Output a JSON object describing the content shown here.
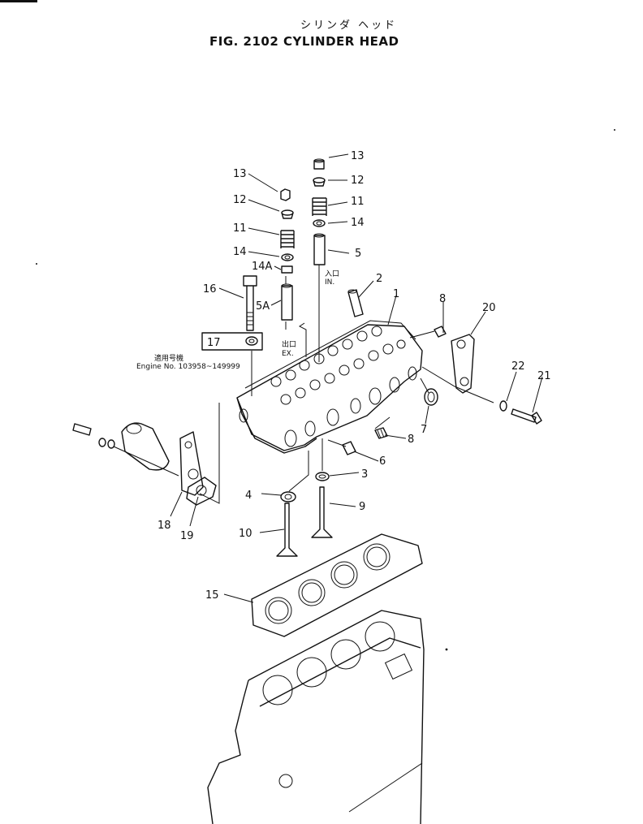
{
  "header": {
    "title_jp": "シリンダ ヘッド",
    "title": "FIG. 2102  CYLINDER HEAD"
  },
  "notes": {
    "serial_jp": "適用号機",
    "serial": "Engine  No.  103958~149999",
    "exhaust_jp": "出口",
    "exhaust": "EX.",
    "intake_jp": "入口",
    "intake": "IN."
  },
  "callouts": {
    "p1": "1",
    "p2": "2",
    "p3": "3",
    "p4": "4",
    "p5": "5",
    "p5a": "5A",
    "p6": "6",
    "p7": "7",
    "p8a": "8",
    "p8b": "8",
    "p9": "9",
    "p10": "10",
    "p11a": "11",
    "p11b": "11",
    "p12a": "12",
    "p12b": "12",
    "p13a": "13",
    "p13b": "13",
    "p14a": "14",
    "p14b": "14",
    "p14A": "14A",
    "p15": "15",
    "p16": "16",
    "p17": "17",
    "p18": "18",
    "p19": "19",
    "p20": "20",
    "p21": "21",
    "p22": "22"
  }
}
